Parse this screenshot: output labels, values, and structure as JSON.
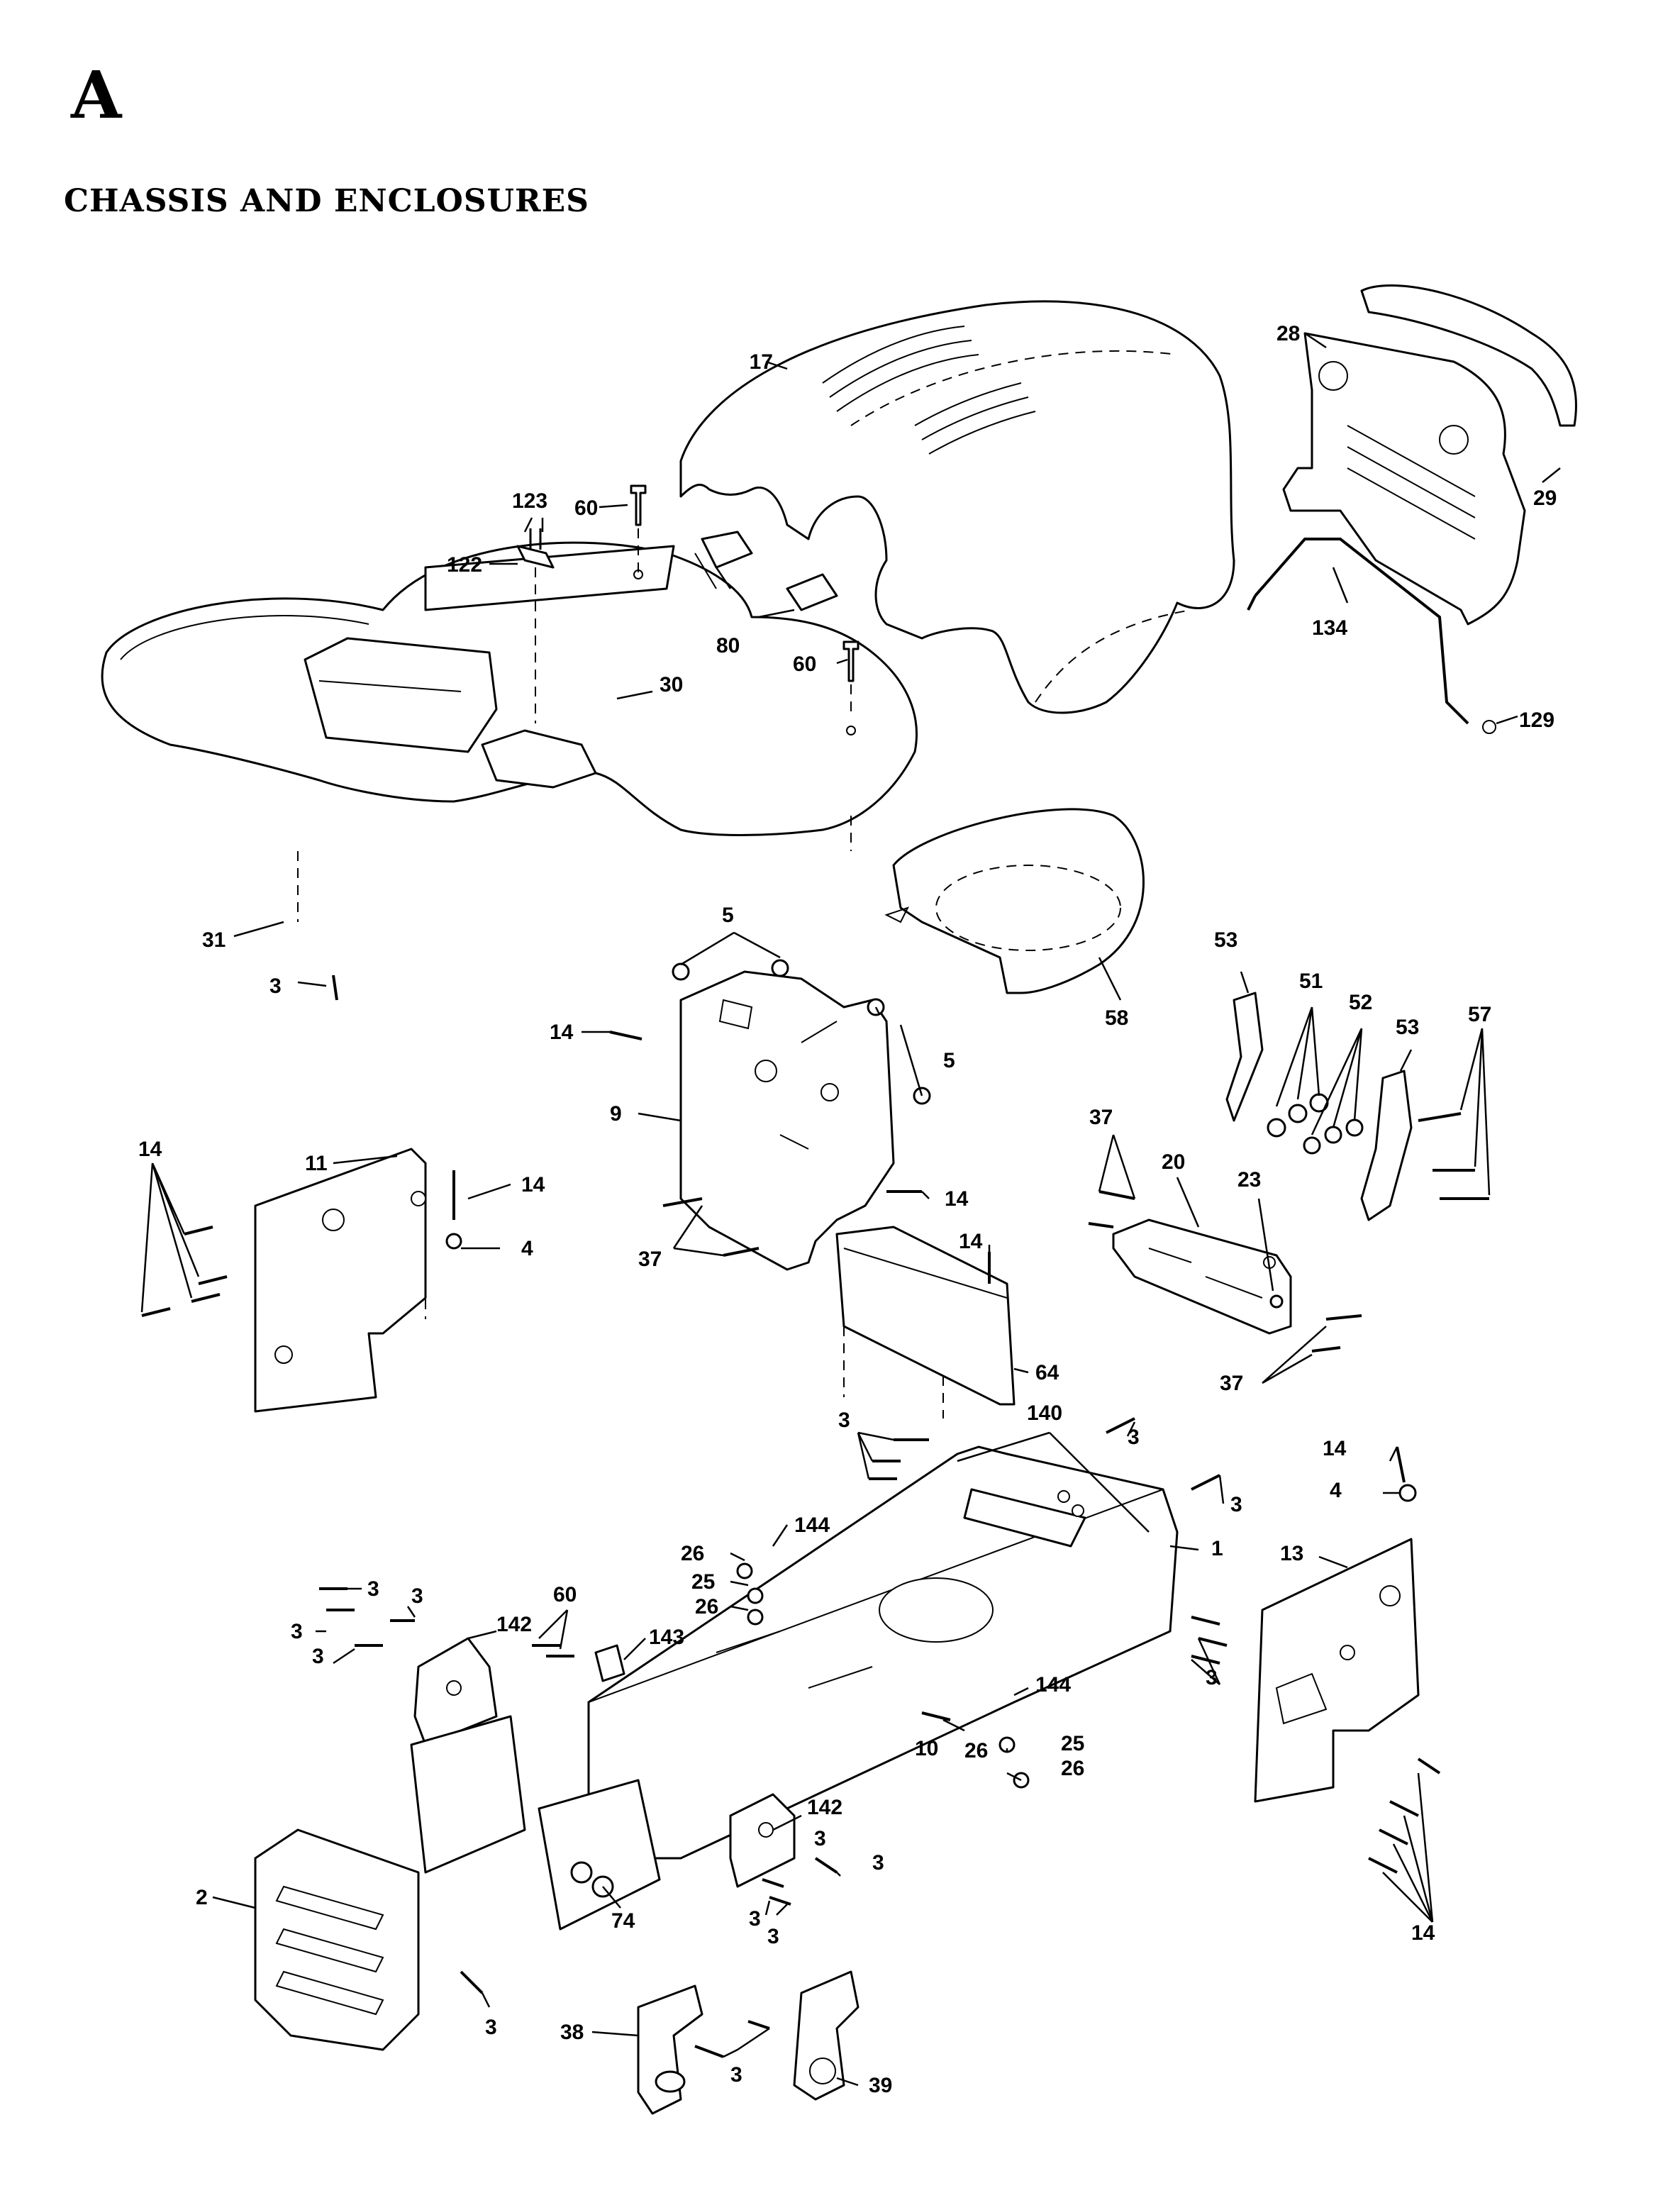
{
  "header": {
    "section_letter": "A",
    "title": "CHASSIS AND ENCLOSURES"
  },
  "callouts": [
    {
      "id": "c-17",
      "text": "17"
    },
    {
      "id": "c-28",
      "text": "28"
    },
    {
      "id": "c-29",
      "text": "29"
    },
    {
      "id": "c-123",
      "text": "123"
    },
    {
      "id": "c-60a",
      "text": "60"
    },
    {
      "id": "c-122",
      "text": "122"
    },
    {
      "id": "c-80",
      "text": "80"
    },
    {
      "id": "c-60b",
      "text": "60"
    },
    {
      "id": "c-30",
      "text": "30"
    },
    {
      "id": "c-134",
      "text": "134"
    },
    {
      "id": "c-129",
      "text": "129"
    },
    {
      "id": "c-31",
      "text": "31"
    },
    {
      "id": "c-3a",
      "text": "3"
    },
    {
      "id": "c-5a",
      "text": "5"
    },
    {
      "id": "c-58",
      "text": "58"
    },
    {
      "id": "c-53a",
      "text": "53"
    },
    {
      "id": "c-51",
      "text": "51"
    },
    {
      "id": "c-52",
      "text": "52"
    },
    {
      "id": "c-53b",
      "text": "53"
    },
    {
      "id": "c-57",
      "text": "57"
    },
    {
      "id": "c-14a",
      "text": "14"
    },
    {
      "id": "c-5b",
      "text": "5"
    },
    {
      "id": "c-9",
      "text": "9"
    },
    {
      "id": "c-14b",
      "text": "14"
    },
    {
      "id": "c-11",
      "text": "11"
    },
    {
      "id": "c-14c",
      "text": "14"
    },
    {
      "id": "c-4a",
      "text": "4"
    },
    {
      "id": "c-14d",
      "text": "14"
    },
    {
      "id": "c-37a",
      "text": "37"
    },
    {
      "id": "c-14e",
      "text": "14"
    },
    {
      "id": "c-37b",
      "text": "37"
    },
    {
      "id": "c-20",
      "text": "20"
    },
    {
      "id": "c-23",
      "text": "23"
    },
    {
      "id": "c-64",
      "text": "64"
    },
    {
      "id": "c-37c",
      "text": "37"
    },
    {
      "id": "c-140",
      "text": "140"
    },
    {
      "id": "c-3b",
      "text": "3"
    },
    {
      "id": "c-3c",
      "text": "3"
    },
    {
      "id": "c-14f",
      "text": "14"
    },
    {
      "id": "c-4b",
      "text": "4"
    },
    {
      "id": "c-3d",
      "text": "3"
    },
    {
      "id": "c-144a",
      "text": "144"
    },
    {
      "id": "c-1",
      "text": "1"
    },
    {
      "id": "c-13",
      "text": "13"
    },
    {
      "id": "c-26a",
      "text": "26"
    },
    {
      "id": "c-25a",
      "text": "25"
    },
    {
      "id": "c-26b",
      "text": "26"
    },
    {
      "id": "c-3e",
      "text": "3"
    },
    {
      "id": "c-3f",
      "text": "3"
    },
    {
      "id": "c-60c",
      "text": "60"
    },
    {
      "id": "c-3g",
      "text": "3"
    },
    {
      "id": "c-142a",
      "text": "142"
    },
    {
      "id": "c-3h",
      "text": "3"
    },
    {
      "id": "c-143",
      "text": "143"
    },
    {
      "id": "c-3i",
      "text": "3"
    },
    {
      "id": "c-144b",
      "text": "144"
    },
    {
      "id": "c-10",
      "text": "10"
    },
    {
      "id": "c-26c",
      "text": "26"
    },
    {
      "id": "c-25b",
      "text": "25"
    },
    {
      "id": "c-26d",
      "text": "26"
    },
    {
      "id": "c-142b",
      "text": "142"
    },
    {
      "id": "c-3j",
      "text": "3"
    },
    {
      "id": "c-3k",
      "text": "3"
    },
    {
      "id": "c-3l",
      "text": "3"
    },
    {
      "id": "c-3m",
      "text": "3"
    },
    {
      "id": "c-74",
      "text": "74"
    },
    {
      "id": "c-14g",
      "text": "14"
    },
    {
      "id": "c-2",
      "text": "2"
    },
    {
      "id": "c-3n",
      "text": "3"
    },
    {
      "id": "c-38",
      "text": "38"
    },
    {
      "id": "c-3o",
      "text": "3"
    },
    {
      "id": "c-39",
      "text": "39"
    }
  ]
}
